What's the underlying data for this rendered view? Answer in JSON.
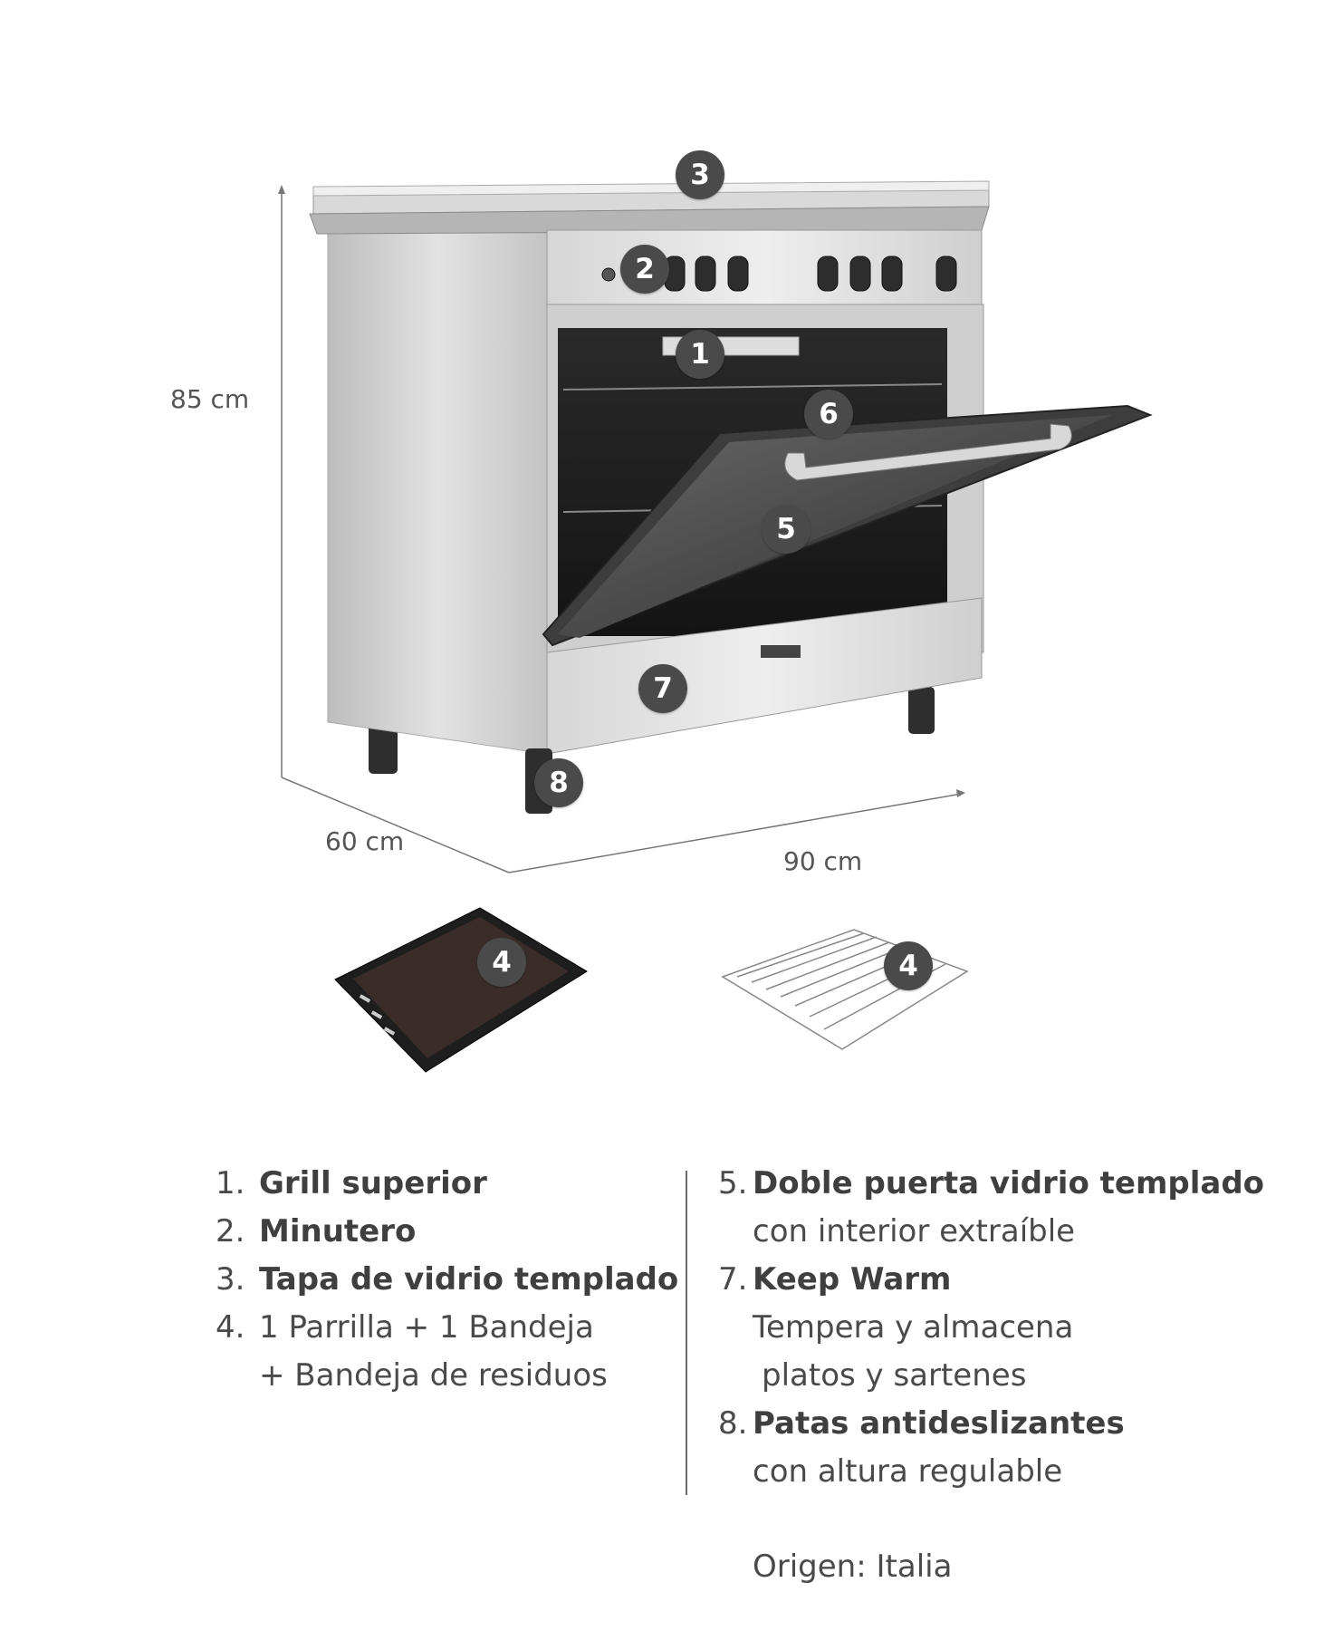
{
  "dimensions": {
    "height": "85 cm",
    "depth": "60 cm",
    "width": "90 cm"
  },
  "callouts": {
    "grill": "1",
    "timer": "2",
    "lid": "3",
    "accessory_tray": "4",
    "accessory_rack": "4",
    "door": "5",
    "interior": "6",
    "drawer": "7",
    "legs": "8"
  },
  "features_left": [
    {
      "number": "1.",
      "title": "Grill superior",
      "detail": ""
    },
    {
      "number": "2.",
      "title": "Minutero",
      "detail": ""
    },
    {
      "number": "3.",
      "title": "Tapa de vidrio templado",
      "detail": ""
    },
    {
      "number": "4.",
      "title": "",
      "detail": "1 Parrilla + 1 Bandeja",
      "detail2": "+ Bandeja de residuos"
    }
  ],
  "features_right": [
    {
      "number": "5.",
      "title": "Doble puerta vidrio templado",
      "detail": "con interior extraíble"
    },
    {
      "number": "7.",
      "title": "Keep Warm",
      "detail": "Tempera y almacena",
      "detail2": "platos y sartenes"
    },
    {
      "number": "8.",
      "title": "Patas antideslizantes",
      "detail": "con altura regulable"
    }
  ],
  "origin": "Origen: Italia",
  "colors": {
    "badge": "#4a4a4a",
    "steel": "#c9c9c9",
    "glass": "#5c5c5c",
    "text": "#4a4a4a"
  }
}
